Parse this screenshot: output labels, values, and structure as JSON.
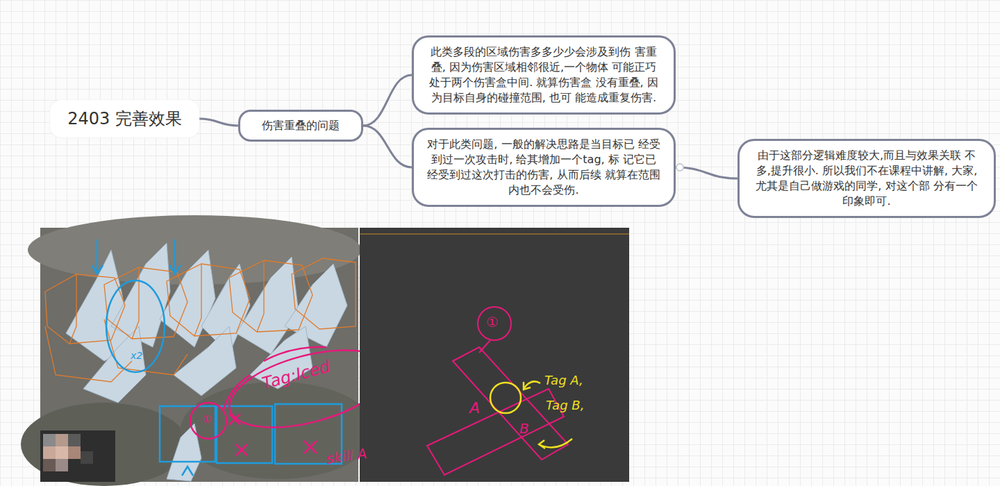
{
  "diagram": {
    "nodes": [
      {
        "text": [
          "2403 完善效果"
        ]
      },
      {
        "text": [
          "伤害重叠的问题"
        ]
      },
      {
        "text": [
          "此类多段的区域伤害多多少少会涉及到伤 害重叠, 因为伤害区域相邻很近,一个物体 可能正巧处于两个伤害盒中间. 就算伤害盒 没有重叠, 因为目标自身的碰撞范围, 也可 能造成重复伤害."
        ]
      },
      {
        "text": [
          "对于此类问题, 一般的解决思路是当目标已 经受到过一次攻击时, 给其增加一个tag, 标 记它已经受到过这次打击的伤害, 从而后续 就算在范围内也不会受伤."
        ]
      },
      {
        "text": [
          "由于这部分逻辑难度较大,而且与效果关联 不多,提升很小. 所以我们不在课程中讲解, 大家, 尤其是自己做游戏的同学, 对这个部 分有一个印象即可."
        ]
      }
    ],
    "edges": [
      {
        "from": 0,
        "to": 1,
        "arrow": "none"
      },
      {
        "from": 1,
        "to": 2,
        "arrow": "none"
      },
      {
        "from": 1,
        "to": 3,
        "arrow": "none"
      },
      {
        "from": 3,
        "to": 4,
        "arrow": "none"
      }
    ],
    "labels": [
      "x2",
      "①",
      "Tag:Iced",
      "skill A",
      "①",
      "A",
      "B",
      "Tag A,",
      "Tag B,"
    ]
  }
}
